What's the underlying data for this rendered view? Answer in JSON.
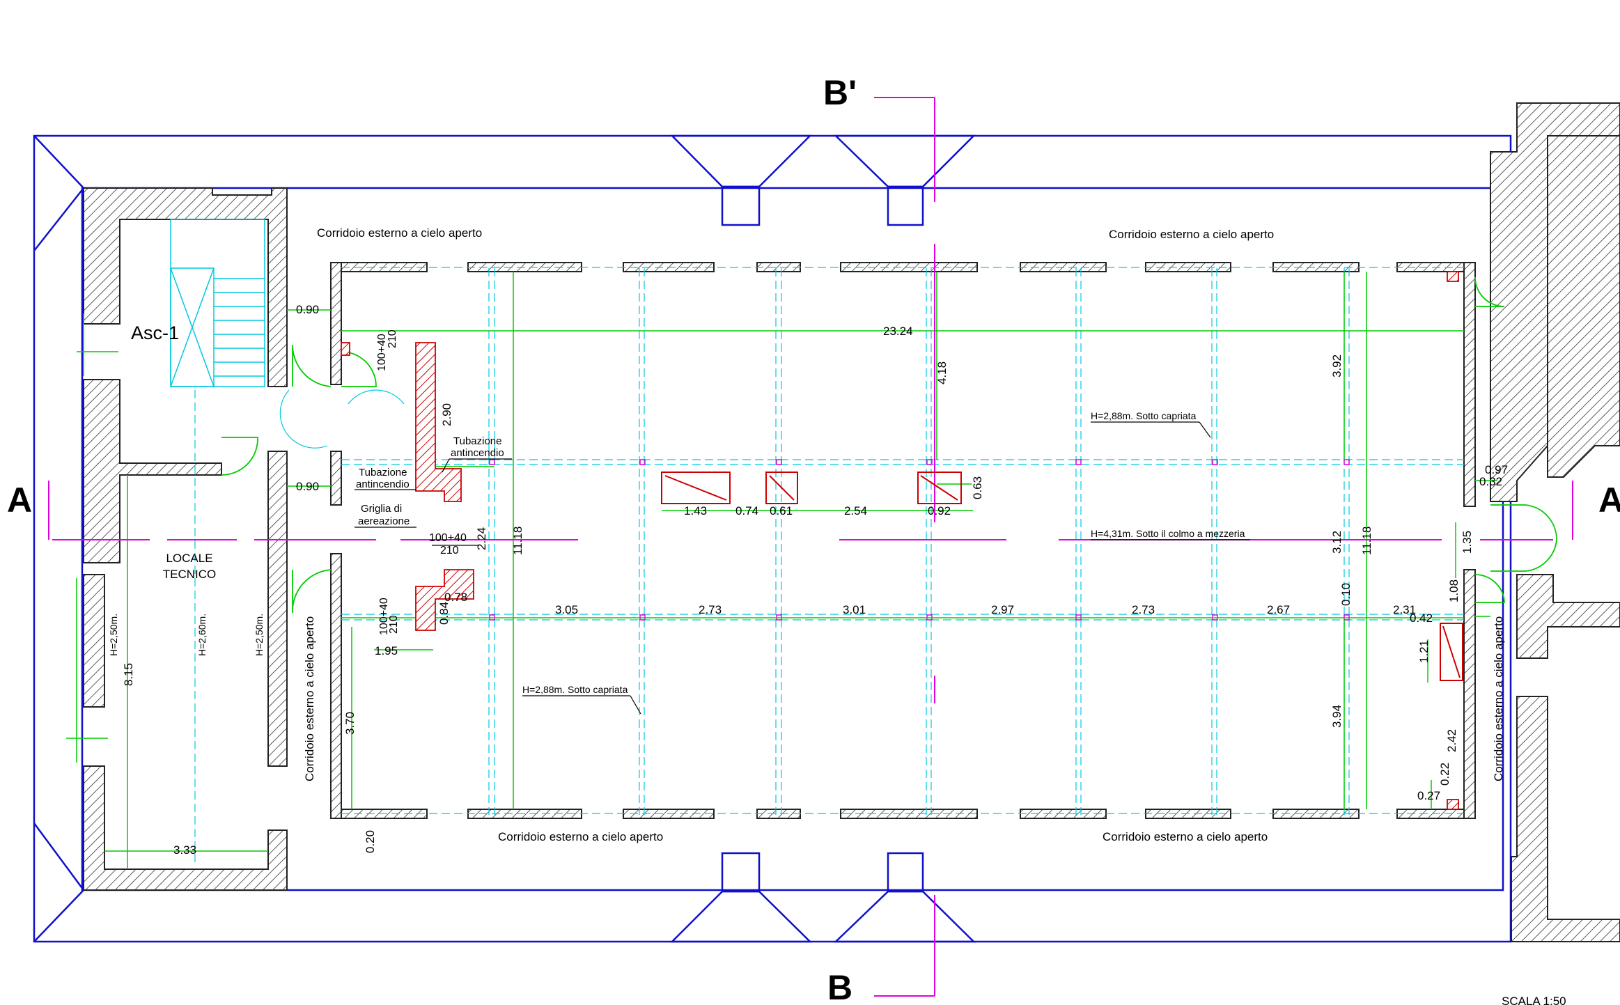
{
  "section_marks": {
    "a_left": "A",
    "a_right": "A",
    "b_top": "B'",
    "b_bottom": "B"
  },
  "labels": {
    "corridor": "Corridoio esterno a cielo aperto",
    "elevator": "Asc-1",
    "tech_room_1": "LOCALE",
    "tech_room_2": "TECNICO",
    "h_250": "H=2,50m.",
    "h_260": "H=2,60m.",
    "fire_pipe_1": "Tubazione",
    "fire_pipe_2": "antincendio",
    "grille_1": "Griglia di",
    "grille_2": "aereazione",
    "truss": "H=2,88m. Sotto capriata",
    "ridge": "H=4,31m. Sotto il colmo a mezzeria",
    "door_w": "100+40",
    "door_h": "210",
    "scale": "SCALA 1:50"
  },
  "dimensions": {
    "d_090": "0.90",
    "d_2324": "23.24",
    "d_418": "4.18",
    "d_392": "3.92",
    "d_290": "2.90",
    "d_097": "0.97",
    "d_032": "0.32",
    "d_143": "1.43",
    "d_074": "0.74",
    "d_061": "0.61",
    "d_254": "2.54",
    "d_092": "0.92",
    "d_063": "0.63",
    "d_1118": "11.18",
    "d_224": "2.24",
    "d_312": "3.12",
    "d_135": "1.35",
    "d_078": "0.78",
    "d_084": "0.84",
    "d_195": "1.95",
    "d_305": "3.05",
    "d_273": "2.73",
    "d_301": "3.01",
    "d_297": "2.97",
    "d_267": "2.67",
    "d_010": "0.10",
    "d_231": "2.31",
    "d_108": "1.08",
    "d_042": "0.42",
    "d_121": "1.21",
    "d_815": "8.15",
    "d_370": "3.70",
    "d_394": "3.94",
    "d_242": "2.42",
    "d_022": "0.22",
    "d_027": "0.27",
    "d_333": "3.33",
    "d_020": "0.20"
  },
  "colors": {
    "walls": "#222222",
    "blue_outline": "#1010cc",
    "green_dim": "#00cc00",
    "cyan_grid": "#00c8e0",
    "magenta_section": "#e000e0",
    "red_chimney": "#cc0000"
  }
}
